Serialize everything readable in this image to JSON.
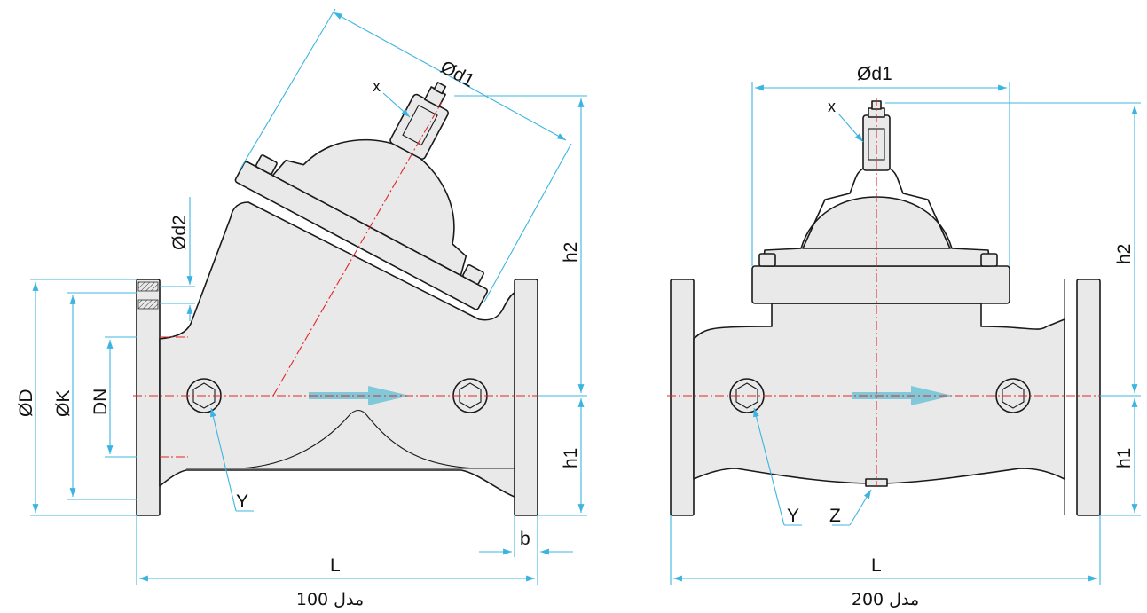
{
  "models": [
    {
      "caption": "مدل 100",
      "labels": {
        "od1": "Ød1",
        "x": "x",
        "od2": "Ød2",
        "h2": "h2",
        "oD": "ØD",
        "oK": "ØK",
        "dn": "DN",
        "h1": "h1",
        "y": "Y",
        "b": "b",
        "l": "L"
      }
    },
    {
      "caption": "مدل 200",
      "labels": {
        "od1": "Ød1",
        "x": "x",
        "h2": "h2",
        "h1": "h1",
        "y": "Y",
        "z": "Z",
        "l": "L"
      }
    }
  ],
  "colors": {
    "dimension": "#3cb4e0",
    "centerline": "#e0262a",
    "flow_arrow": "#7fc9d9",
    "body_fill": "#e9e9e9"
  }
}
